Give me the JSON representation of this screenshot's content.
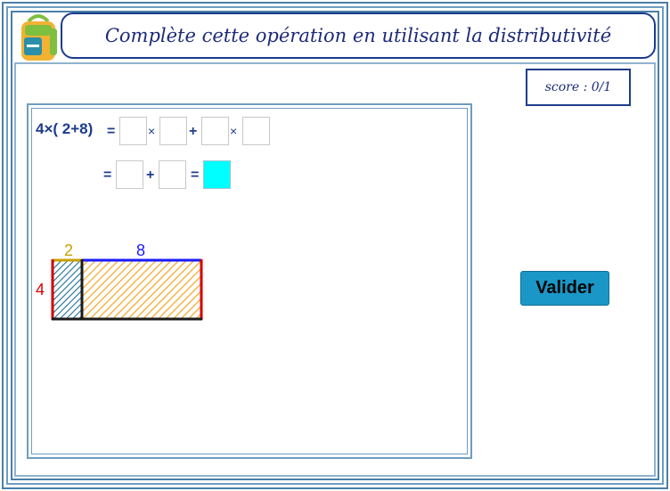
{
  "title": "Complète cette opération en utilisant la distributivité",
  "score": "score : 0/1",
  "expression": "4×( 2+8)",
  "operators": {
    "eq": "=",
    "times": "×",
    "plus": "+"
  },
  "row1_inputs": [
    "",
    "",
    "",
    ""
  ],
  "row2_inputs": [
    "",
    "",
    ""
  ],
  "figure": {
    "width_left": "2",
    "width_right": "8",
    "height": "4"
  },
  "colors": {
    "left_rect_hatch": "#1f6f99",
    "right_rect_hatch": "#f5a623",
    "height_side": "#d40000",
    "top_right_edge": "#1a1aff",
    "top_left_edge": "#c9a000",
    "answer_box": "#00ffff"
  },
  "valider_label": "Valider"
}
